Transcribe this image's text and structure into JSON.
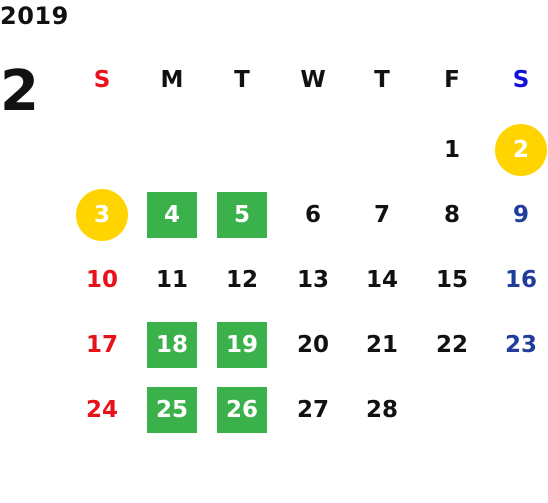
{
  "calendar": {
    "year": "2019",
    "month": "2",
    "weekdays": [
      "S",
      "M",
      "T",
      "W",
      "T",
      "F",
      "S"
    ],
    "weeks": [
      [
        "",
        "",
        "",
        "",
        "",
        "1",
        "2"
      ],
      [
        "3",
        "4",
        "5",
        "6",
        "7",
        "8",
        "9"
      ],
      [
        "10",
        "11",
        "12",
        "13",
        "14",
        "15",
        "16"
      ],
      [
        "17",
        "18",
        "19",
        "20",
        "21",
        "22",
        "23"
      ],
      [
        "24",
        "25",
        "26",
        "27",
        "28",
        "",
        ""
      ]
    ],
    "holiday_days": [
      "2",
      "3"
    ],
    "green_days": [
      "4",
      "5",
      "18",
      "19",
      "25",
      "26"
    ]
  },
  "colors": {
    "sunday": "#e8121b",
    "saturday_header": "#1010d8",
    "saturday": "#1f3d99",
    "holiday_circle": "#ffd400",
    "green_highlight": "#3ab14a",
    "text": "#111111"
  }
}
